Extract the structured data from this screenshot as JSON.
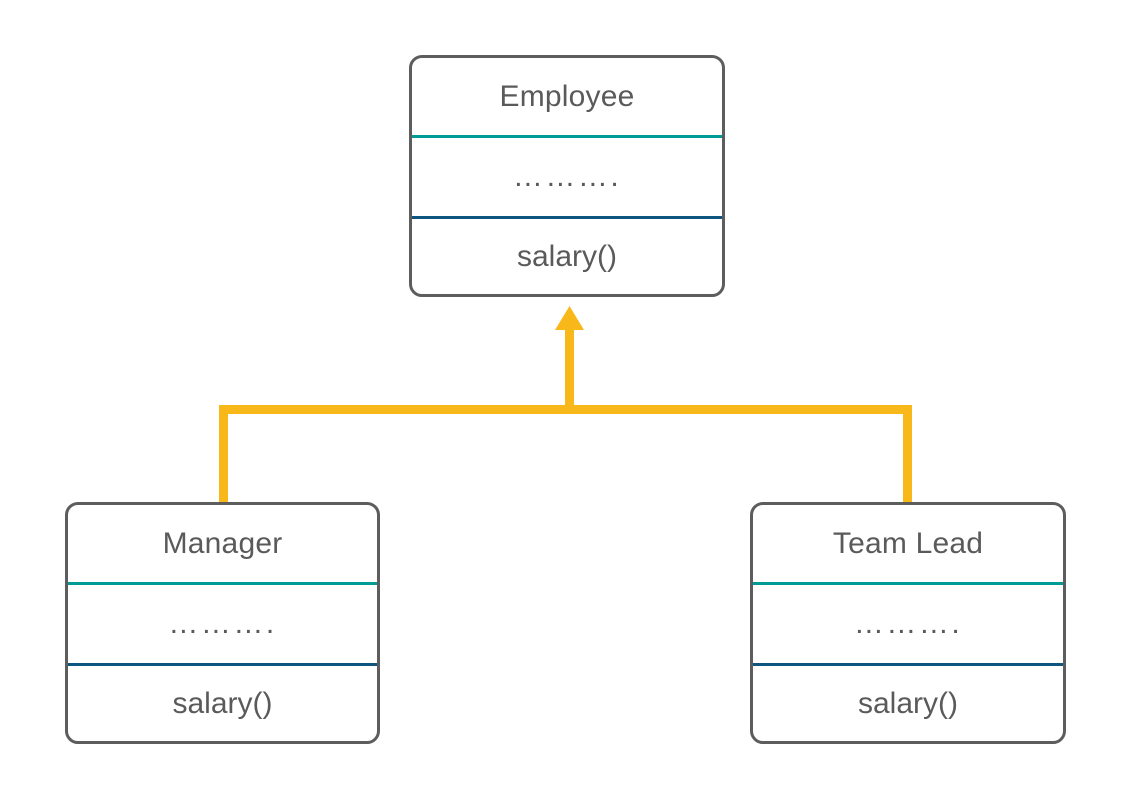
{
  "diagram": {
    "title": "UML class inheritance diagram",
    "type": "uml-class-diagram",
    "background_color": "#ffffff",
    "relationship": "generalization"
  },
  "theme": {
    "box_border_color": "#5d5d5d",
    "box_fill_color": "#ffffff",
    "text_color": "#5a5a5a",
    "attribute_divider_color": "#009b95",
    "operation_divider_color": "#0e5580",
    "connector_color": "#f9b81a"
  },
  "classes": [
    {
      "id": "employee",
      "name": "Employee",
      "role": "superclass",
      "attributes": "……….",
      "operations": "salary()"
    },
    {
      "id": "manager",
      "name": "Manager",
      "role": "subclass",
      "attributes": "……….",
      "operations": "salary()"
    },
    {
      "id": "team-lead",
      "name": "Team Lead",
      "role": "subclass",
      "attributes": "……….",
      "operations": "salary()"
    }
  ],
  "connections": [
    {
      "from": "manager",
      "to": "employee",
      "kind": "generalization"
    },
    {
      "from": "team-lead",
      "to": "employee",
      "kind": "generalization"
    }
  ]
}
